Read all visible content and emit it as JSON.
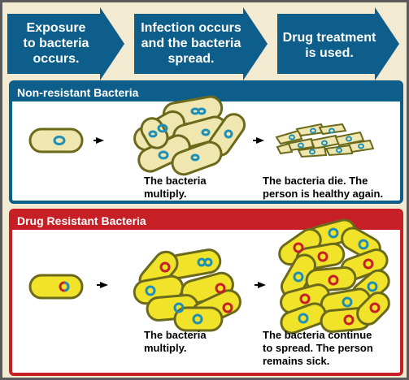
{
  "colors": {
    "blue": "#0d5e8a",
    "teal_cell": "#1f8fb8",
    "red": "#c62026",
    "cell_fill_nonresistant": "#efe6b0",
    "cell_fill_resistant": "#f1e32a",
    "cell_outline": "#6b6a1c"
  },
  "steps": [
    {
      "label": "Exposure\nto bacteria\noccurs."
    },
    {
      "label": "Infection occurs\nand the bacteria\nspread."
    },
    {
      "label": "Drug treatment\nis used."
    }
  ],
  "panels": {
    "nonresistant": {
      "title": "Non-resistant Bacteria",
      "caption_multiply": "The bacteria\nmultiply.",
      "caption_outcome": "The bacteria die. The\nperson is healthy again."
    },
    "resistant": {
      "title": "Drug Resistant Bacteria",
      "caption_multiply": "The bacteria\nmultiply.",
      "caption_outcome": "The bacteria continue\nto spread. The person\nremains sick."
    }
  }
}
